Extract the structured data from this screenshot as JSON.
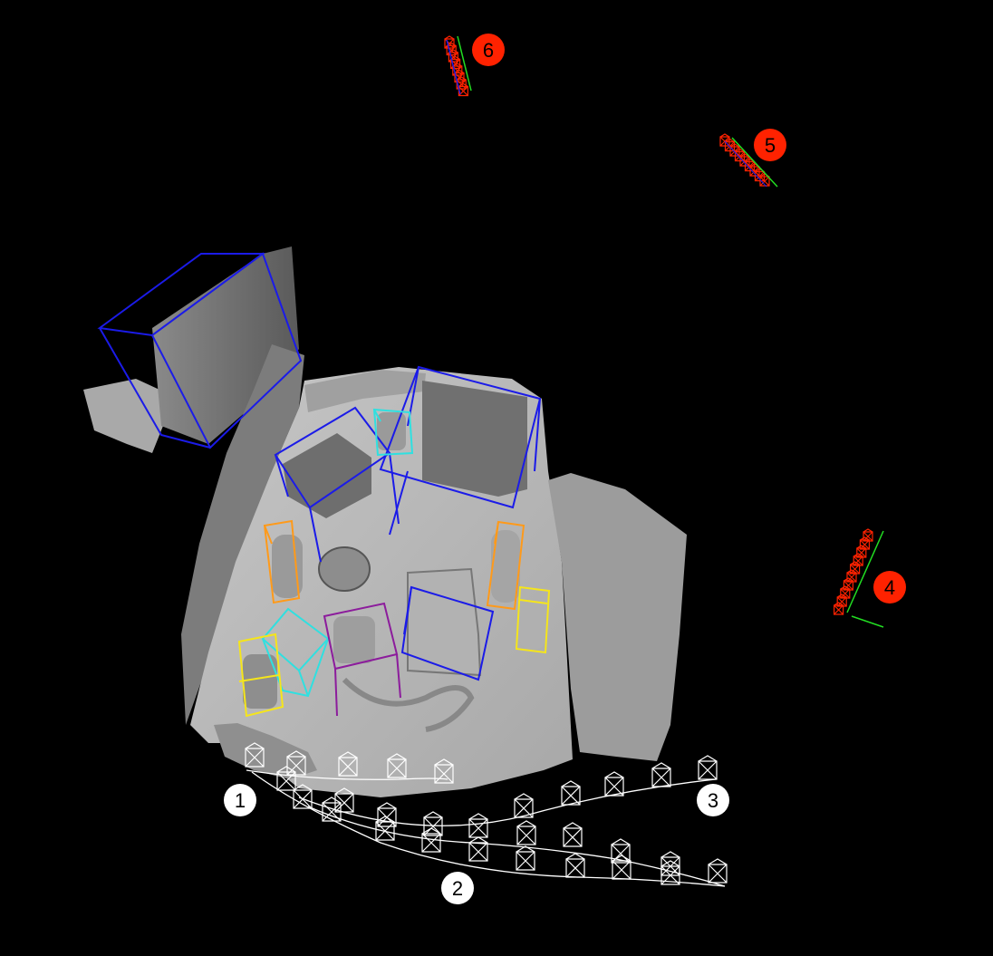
{
  "scene": {
    "background": "#000000",
    "surface_color": "#b4b4b4",
    "colors": {
      "blue": "#1b1be8",
      "cyan": "#2fe0e0",
      "orange": "#ff9a1a",
      "yellow": "#f5e51b",
      "purple": "#8c1c9c",
      "camera_white": "#ffffff",
      "camera_red": "#ff2200",
      "axis_green": "#22dd22"
    }
  },
  "trajectory_labels": [
    {
      "id": "label-1",
      "text": "1",
      "style": "white"
    },
    {
      "id": "label-2",
      "text": "2",
      "style": "white"
    },
    {
      "id": "label-3",
      "text": "3",
      "style": "white"
    },
    {
      "id": "label-4",
      "text": "4",
      "style": "red"
    },
    {
      "id": "label-5",
      "text": "5",
      "style": "red"
    },
    {
      "id": "label-6",
      "text": "6",
      "style": "red"
    }
  ]
}
